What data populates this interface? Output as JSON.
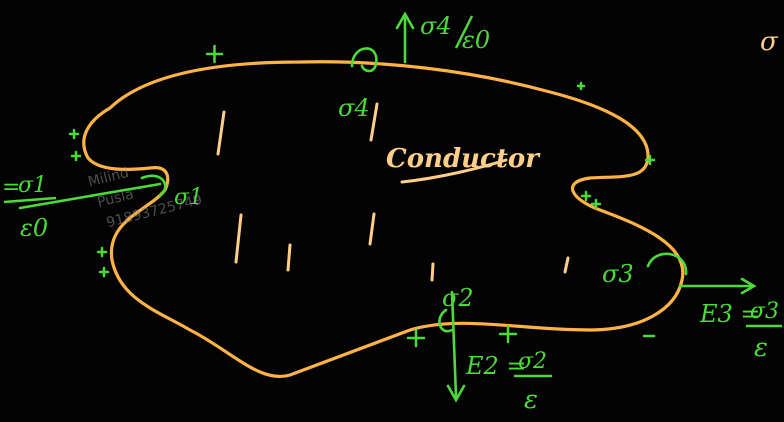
{
  "title": "Conductor",
  "colors": {
    "background": "#030303",
    "conductor": "#ffb347",
    "ink_green": "#4cd93a",
    "ink_orange": "#ffcf8a"
  },
  "labels": {
    "sigma1": "σ1",
    "sigma2": "σ2",
    "sigma3": "σ3",
    "sigma4": "σ4",
    "e1_lhs": "=",
    "e1_num": "σ1",
    "e1_den": "ε0",
    "e2_lhs": "E2 =",
    "e2_num": "σ2",
    "e2_den": "ε",
    "e3_lhs": "E3 =",
    "e3_num": "σ3",
    "e3_den": "ε",
    "e4_num": "σ4",
    "e4_den": "ε0",
    "right_edge": "σ"
  },
  "watermark": {
    "line1": "Milind",
    "line2": "Pusla",
    "line3": "91893725749"
  },
  "icons": [
    "field-arrow-icon",
    "plus-charge-icon"
  ]
}
